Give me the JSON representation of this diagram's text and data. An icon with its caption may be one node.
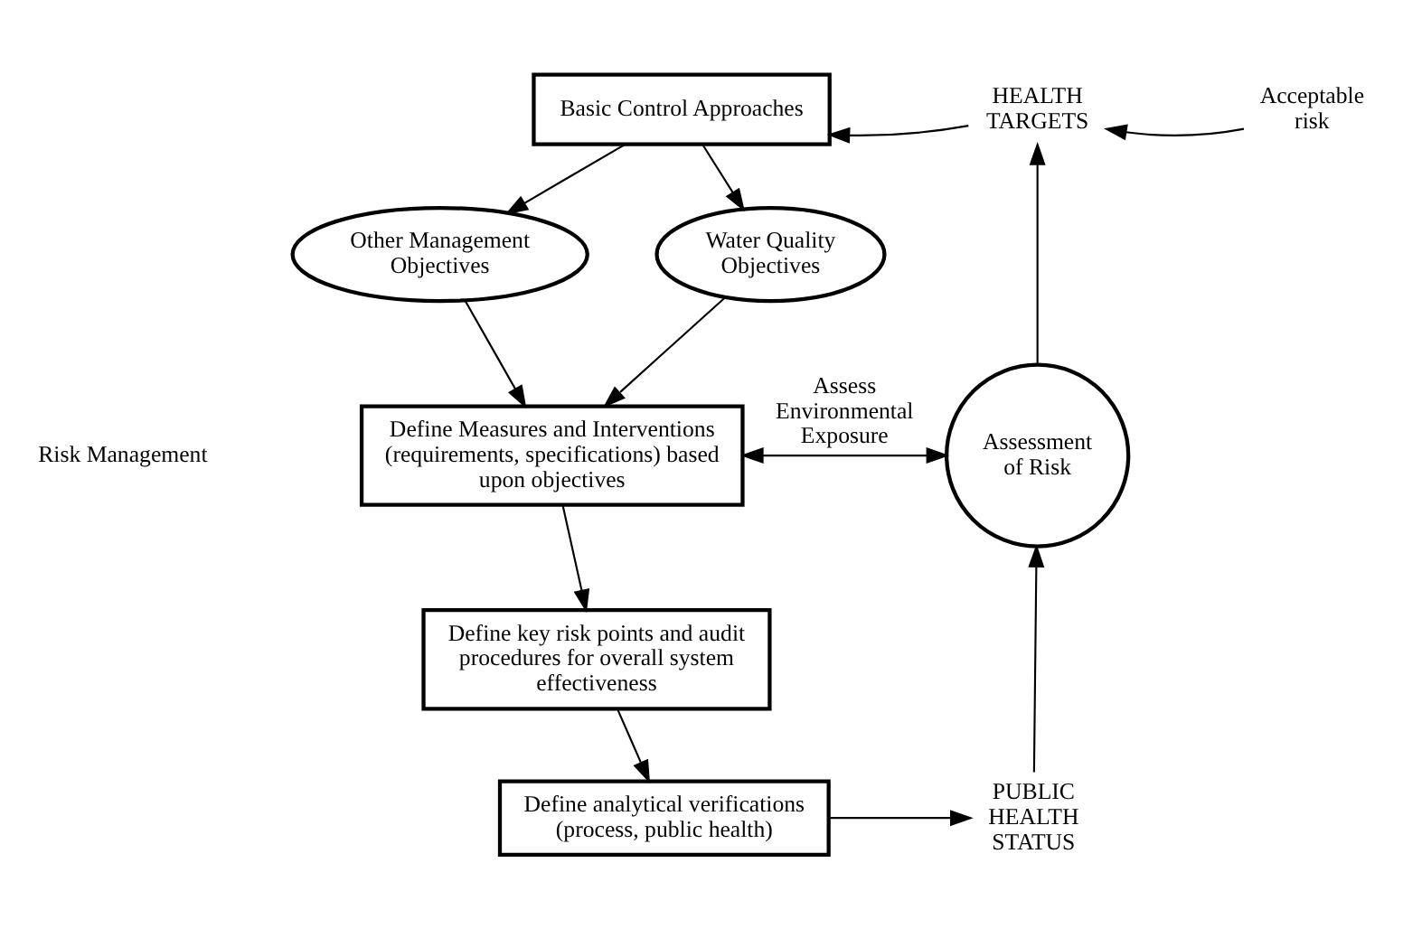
{
  "diagram": {
    "nodes": [
      {
        "text": [
          "Basic Control Approaches"
        ]
      },
      {
        "text": [
          "HEALTH TARGETS"
        ]
      },
      {
        "text": [
          "Acceptable risk"
        ]
      },
      {
        "text": [
          "Water Quality Objectives"
        ]
      },
      {
        "text": [
          "Other Management Objectives"
        ]
      },
      {
        "text": [
          "Define Measures and Interventions (requirements, specifications) based upon objectives"
        ]
      },
      {
        "text": [
          "Assessment of Risk"
        ]
      },
      {
        "text": [
          "Define key risk points and audit procedures for overall system effectiveness"
        ]
      },
      {
        "text": [
          "Define analytical verifications (process, public health)"
        ]
      },
      {
        "text": [
          "PUBLIC HEALTH STATUS"
        ]
      }
    ],
    "edges": [
      {
        "from": 2,
        "to": 1,
        "arrow": "to"
      },
      {
        "from": 1,
        "to": 0,
        "arrow": "to"
      },
      {
        "from": 0,
        "to": 3,
        "arrow": "to"
      },
      {
        "from": 0,
        "to": 4,
        "arrow": "to"
      },
      {
        "from": 3,
        "to": 5,
        "arrow": "to"
      },
      {
        "from": 4,
        "to": 5,
        "arrow": "to"
      },
      {
        "from": 5,
        "to": 6,
        "arrow": "both",
        "label": "Assess Environmental Exposure"
      },
      {
        "from": 6,
        "to": 1,
        "arrow": "to"
      },
      {
        "from": 5,
        "to": 7,
        "arrow": "to"
      },
      {
        "from": 7,
        "to": 8,
        "arrow": "to"
      },
      {
        "from": 8,
        "to": 9,
        "arrow": "to"
      },
      {
        "from": 9,
        "to": 6,
        "arrow": "to"
      }
    ],
    "labels": [
      "Risk Management"
    ]
  }
}
